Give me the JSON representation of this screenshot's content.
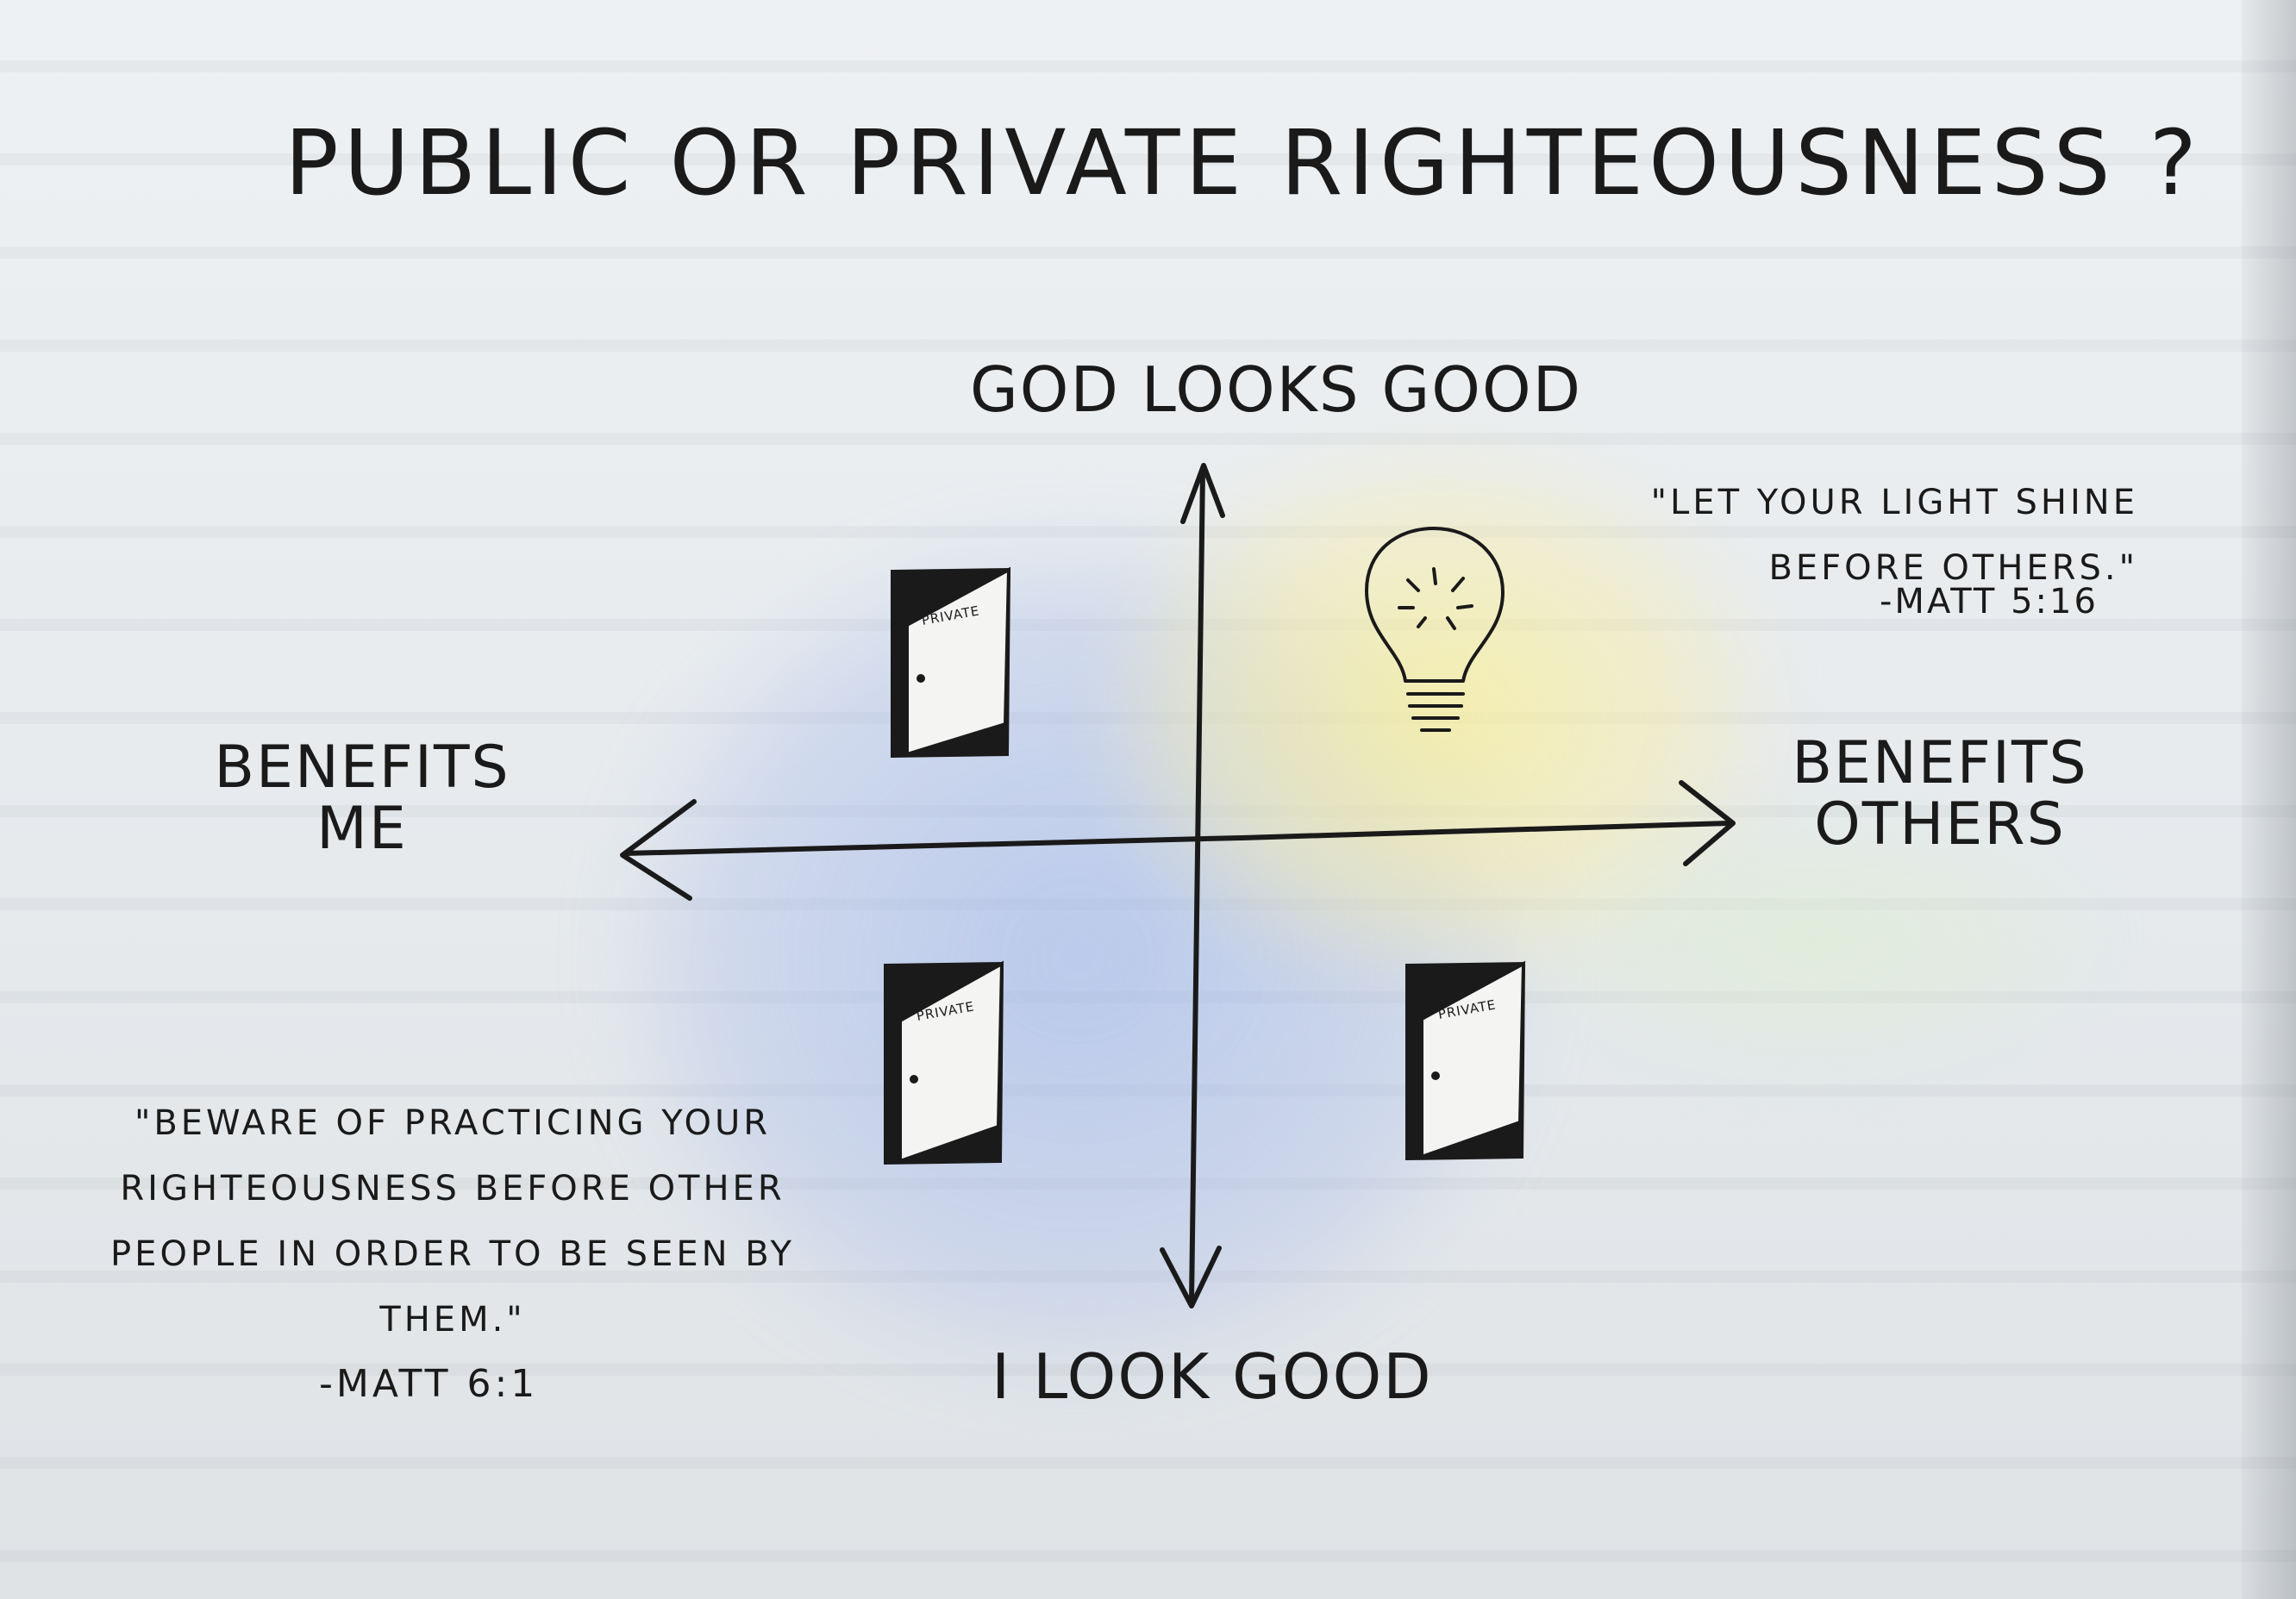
{
  "diagram": {
    "title": "PUBLIC OR PRIVATE RIGHTEOUSNESS ?",
    "axes": {
      "top": "GOD LOOKS GOOD",
      "bottom": "I LOOK GOOD",
      "left": "BENEFITS ME",
      "right": "BENEFITS OTHERS"
    },
    "quote_top": {
      "text": "\"LET YOUR LIGHT SHINE BEFORE OTHERS.\"",
      "ref": "-MATT 5:16"
    },
    "quote_bottom": {
      "text": "\"BEWARE OF PRACTICING YOUR RIGHTEOUSNESS BEFORE OTHER PEOPLE IN ORDER TO BE SEEN BY THEM.\"",
      "ref": "-MATT 6:1"
    },
    "door_sign": "PRIVATE",
    "icons": {
      "top_left": "door-icon",
      "top_right": "lightbulb-icon",
      "bottom_left": "door-icon",
      "bottom_right": "door-icon"
    },
    "colors": {
      "ink": "#1a1a1a",
      "wash_blue": "#a9bde9",
      "wash_yellow": "#f6ec9c"
    }
  }
}
